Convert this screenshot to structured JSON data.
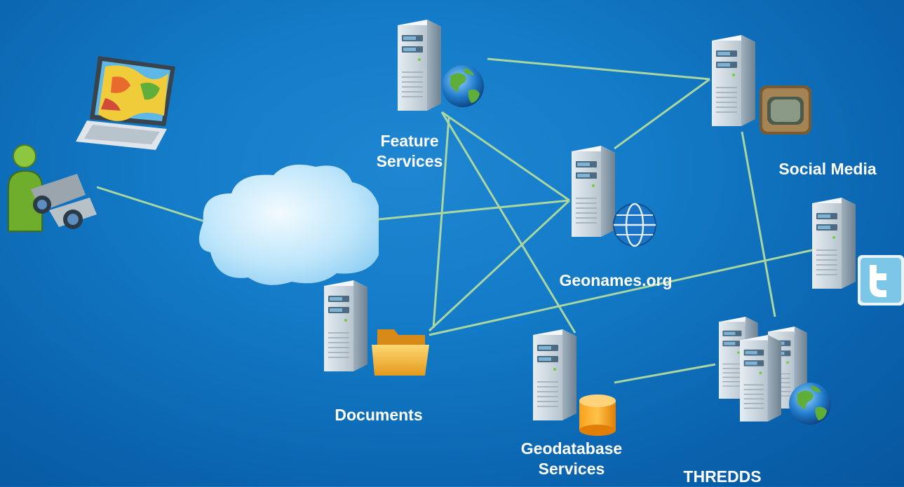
{
  "colors": {
    "background": "#0d6cb8",
    "connector": "#a9d6a1",
    "label_text": "#ffffff"
  },
  "icons": {
    "client": [
      "user-icon",
      "binoculars-icon",
      "computer-monitor-icon"
    ],
    "cloud": "cloud-icon",
    "server": "server-tower-icon",
    "badges": [
      "globe-icon",
      "web-globe-icon",
      "folder-icon",
      "database-icon",
      "tv-app-icon",
      "twitter-icon"
    ]
  },
  "nodes": {
    "feature_services": {
      "label": "Feature\nServices"
    },
    "social_media": {
      "label": "Social Media"
    },
    "geonames": {
      "label": "Geonames.org"
    },
    "documents": {
      "label": "Documents"
    },
    "geodatabase_services": {
      "label": "Geodatabase\nServices"
    },
    "thredds": {
      "label": "THREDDS"
    }
  }
}
